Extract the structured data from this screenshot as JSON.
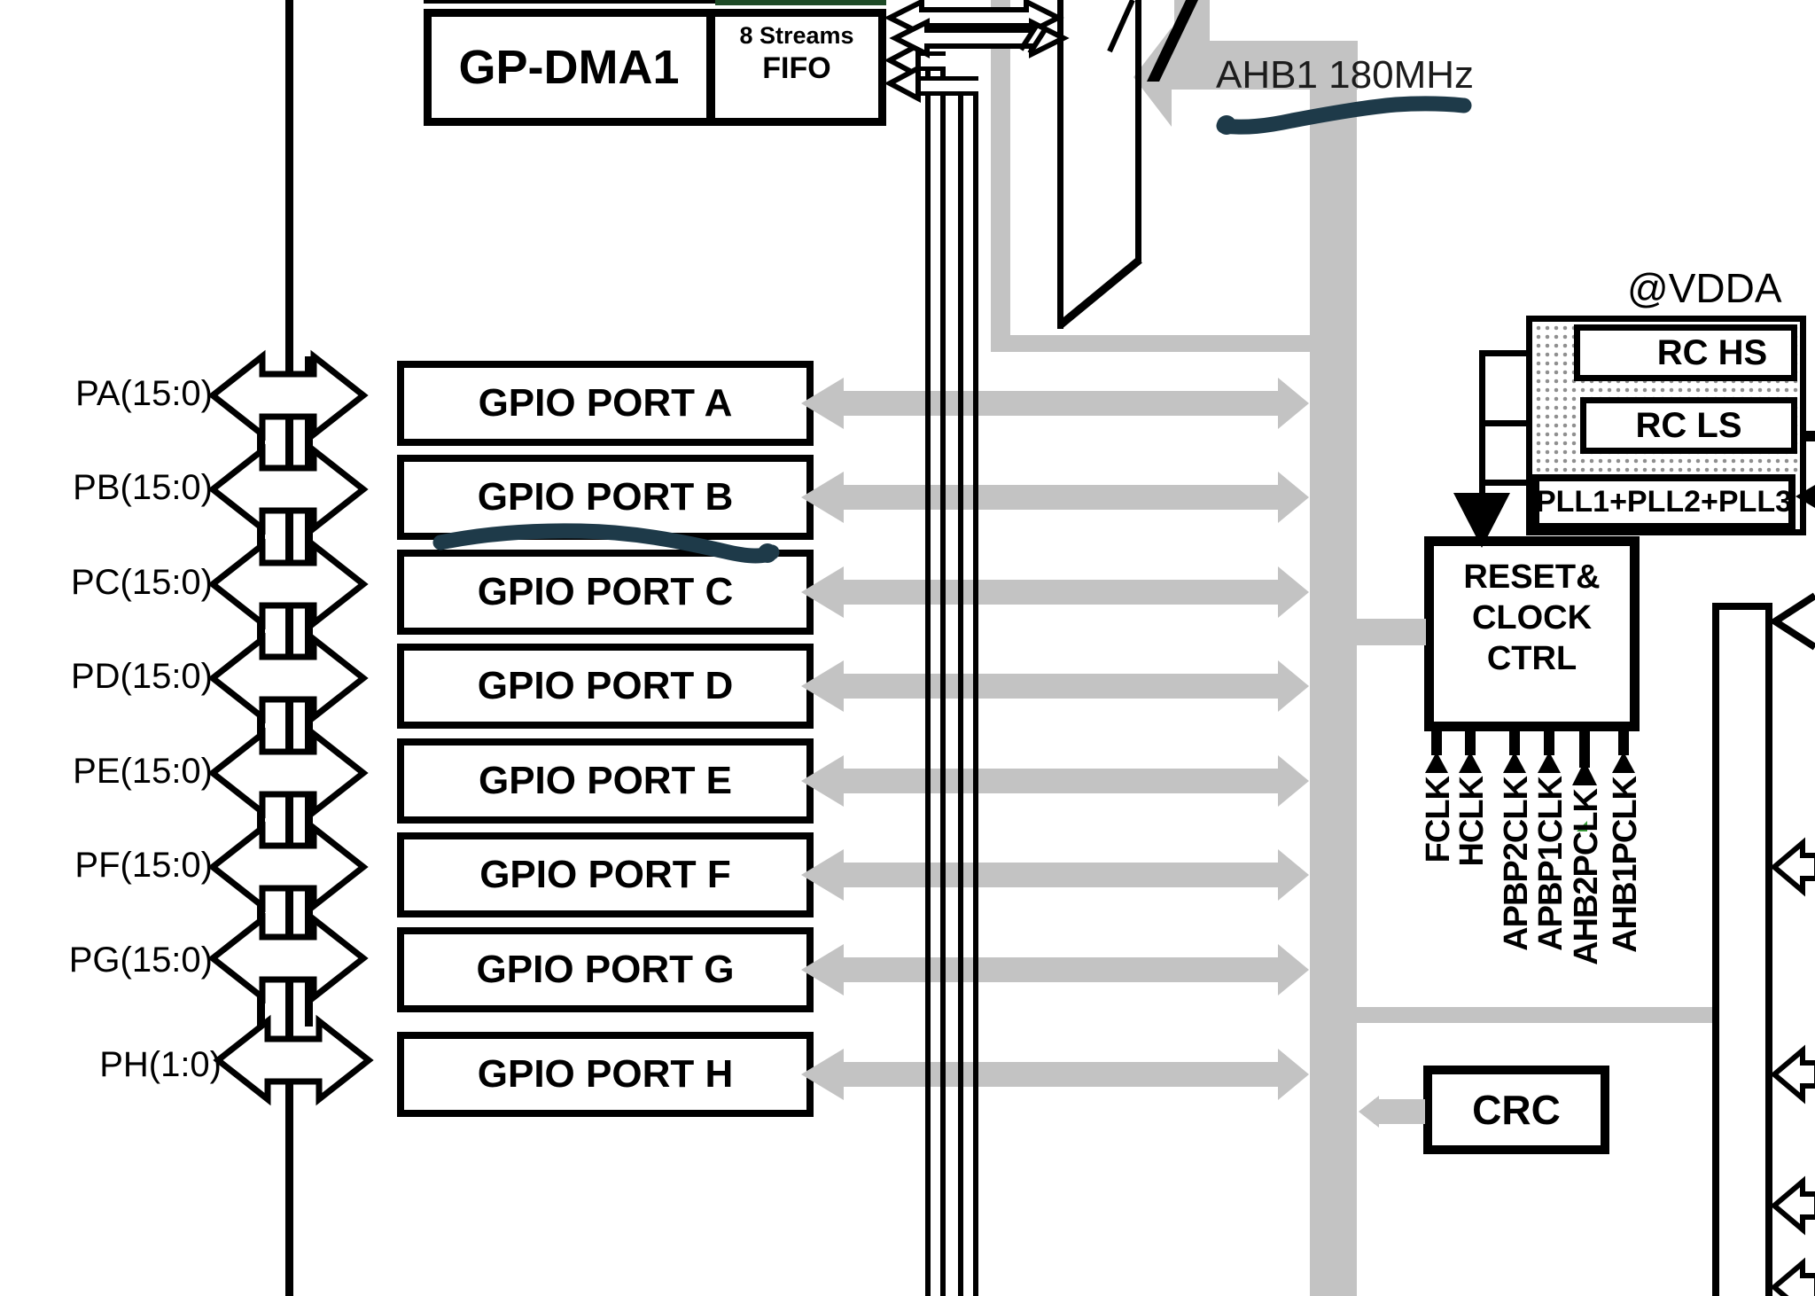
{
  "diagram_title": "microcontroller-block-diagram-crop",
  "colors": {
    "bus_gray": "#c3c3c3",
    "ink": "#000000",
    "annotation_teal": "#1e3a49",
    "artifact_green": "#3ca13c",
    "top_border_green": "#1d4a26"
  },
  "dma": {
    "title": "GP-DMA1",
    "streams": "8 Streams",
    "fifo": "FIFO"
  },
  "ahb1": {
    "label": "AHB1 180MHz"
  },
  "gpio_ports": [
    {
      "pin": "PA(15:0)",
      "box": "GPIO PORT A"
    },
    {
      "pin": "PB(15:0)",
      "box": "GPIO PORT B"
    },
    {
      "pin": "PC(15:0)",
      "box": "GPIO PORT C"
    },
    {
      "pin": "PD(15:0)",
      "box": "GPIO PORT D"
    },
    {
      "pin": "PE(15:0)",
      "box": "GPIO PORT E"
    },
    {
      "pin": "PF(15:0)",
      "box": "GPIO PORT F"
    },
    {
      "pin": "PG(15:0)",
      "box": "GPIO PORT G"
    },
    {
      "pin": "PH(1:0)",
      "box": "GPIO PORT H"
    }
  ],
  "vdda": {
    "label": "@VDDA",
    "rc_hs": "RC HS",
    "rc_ls": "RC LS",
    "pll": "PLL1+PLL2+PLL3"
  },
  "reset_ctrl": {
    "line1": "RESET&",
    "line2": "CLOCK",
    "line3": "CTRL"
  },
  "clock_signals": [
    "FCLK",
    "HCLK",
    "APBP2CLK",
    "APBP1CLK",
    "AHB2PCLK",
    "AHB1PCLK"
  ],
  "crc": {
    "label": "CRC"
  }
}
